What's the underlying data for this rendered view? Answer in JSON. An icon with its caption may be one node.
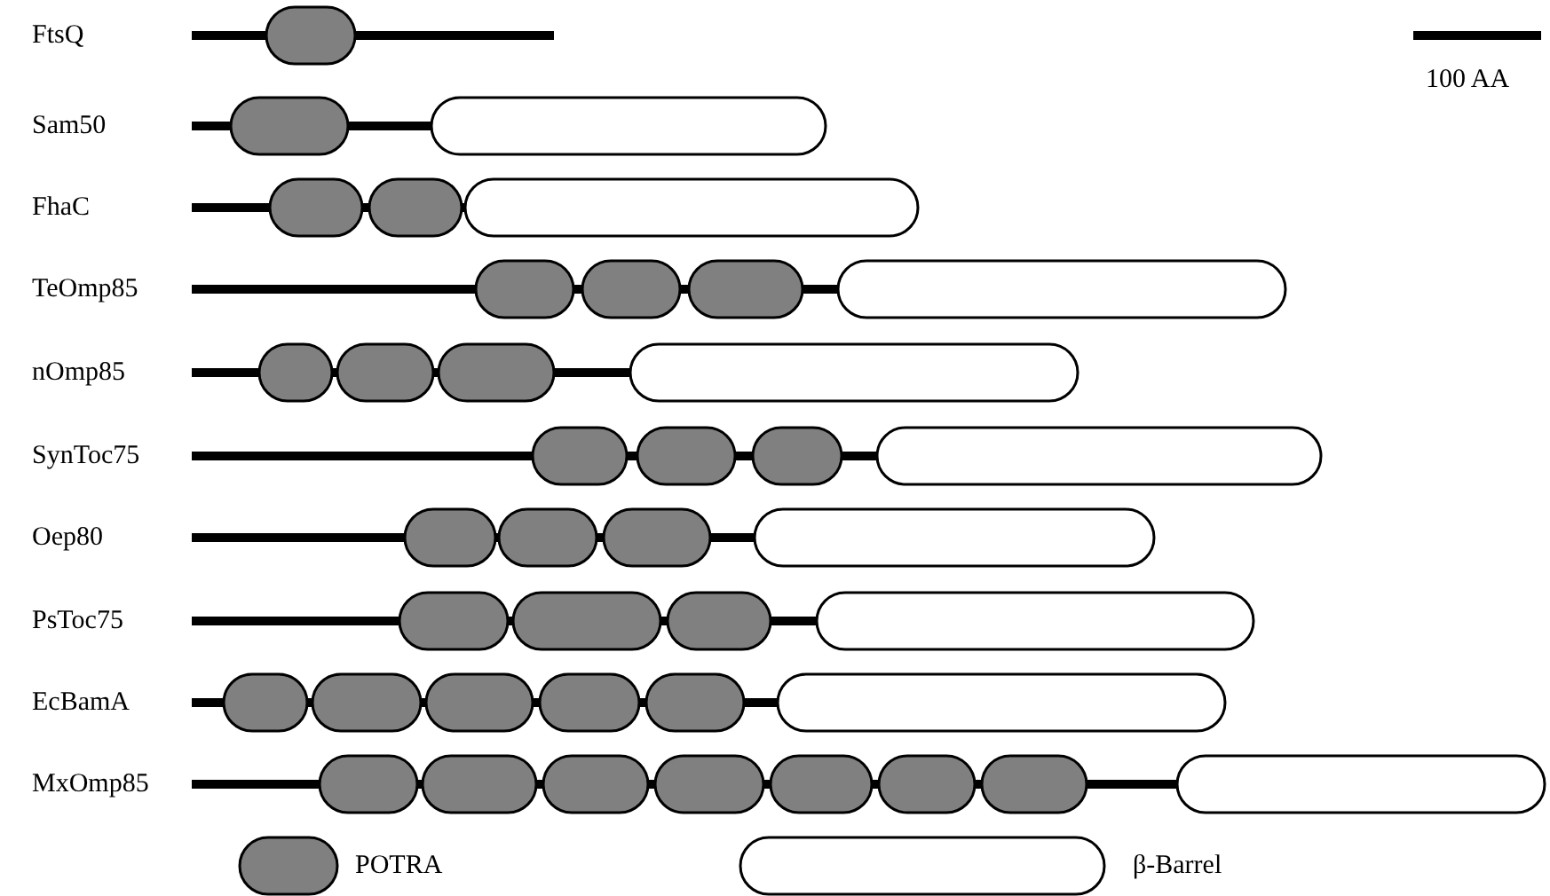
{
  "diagram": {
    "labels": [
      "FtsQ",
      "Sam50",
      "FhaC",
      "TeOmp85",
      "nOmp85",
      "SynToc75",
      "Oep80",
      "PsToc75",
      "EcBamA",
      "MxOmp85",
      "100 AA"
    ],
    "legend": [
      {
        "text": "POTRA"
      },
      {
        "text": "β-Barrel"
      }
    ]
  }
}
